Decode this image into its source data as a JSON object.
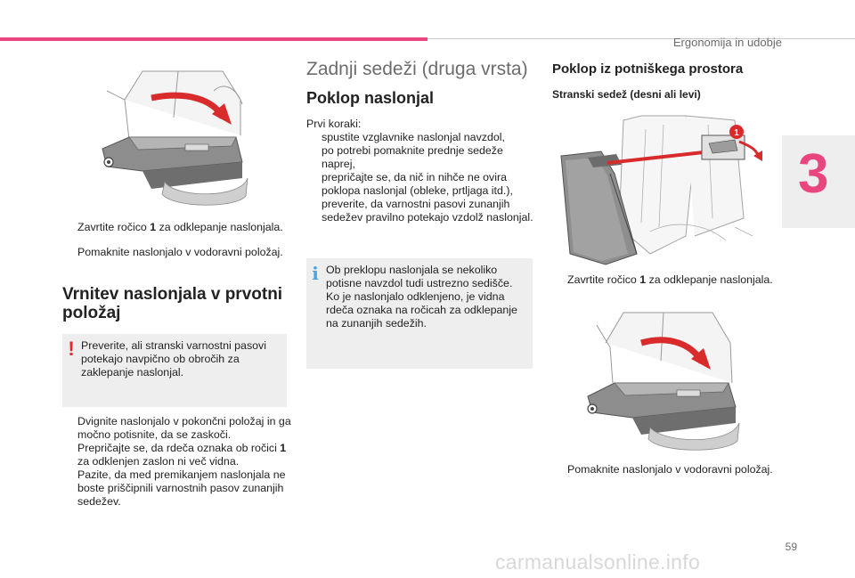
{
  "header": {
    "section_title": "Ergonomija in udobje"
  },
  "chapter": {
    "number": "3"
  },
  "page": {
    "number": "59"
  },
  "watermark": "carmanualsonline.info",
  "col1": {
    "step1": {
      "pre": "Zavrtite ročico ",
      "num": "1",
      "post": " za odklepanje naslonjala."
    },
    "step2": "Pomaknite naslonjalo v vodoravni položaj.",
    "heading": "Vrnitev naslonjala v prvotni položaj",
    "warning": "Preverite, ali stranski varnostni pasovi potekajo navpično ob obročih za zaklepanje naslonjal.",
    "steps": [
      {
        "pre": "Dvignite naslonjalo v pokončni položaj in ga močno potisnite, da se zaskoči.",
        "num": "",
        "post": ""
      },
      {
        "pre": "Prepričajte se, da rdeča oznaka ob ročici ",
        "num": "1",
        "post": " za odklenjen zaslon ni več vidna."
      },
      {
        "pre": "Pazite, da med premikanjem naslonjala ne boste priščipnili varnostnih pasov zunanjih sedežev.",
        "num": "",
        "post": ""
      }
    ]
  },
  "col2": {
    "title": "Zadnji sedeži (druga vrsta)",
    "subtitle": "Poklop naslonjal",
    "intro": "Prvi koraki:",
    "steps": [
      "spustite vzglavnike naslonjal navzdol,",
      "po potrebi pomaknite prednje sedeže naprej,",
      "prepričajte se, da nič in nihče ne ovira poklopa naslonjal (obleke, prtljaga itd.),",
      "preverite, da varnostni pasovi zunanjih sedežev pravilno potekajo vzdolž naslonjal."
    ],
    "info": "Ob preklopu naslonjala se nekoliko potisne navzdol tudi ustrezno sedišče. Ko je naslonjalo odklenjeno, je vidna rdeča oznaka na ročicah za odklepanje na zunanjih sedežih."
  },
  "col3": {
    "heading": "Poklop iz potniškega prostora",
    "subheading": "Stranski sedež (desni ali levi)",
    "callout": "1",
    "step1": {
      "pre": "Zavrtite ročico ",
      "num": "1",
      "post": " za odklepanje naslonjala."
    },
    "step2": "Pomaknite naslonjalo v vodoravni položaj."
  },
  "bullet_glyph": "",
  "icons": {
    "warning": "!",
    "info": "i"
  },
  "colors": {
    "accent": "#e9457f",
    "arrow_red": "#d92b2b",
    "warning": "#e4282d",
    "info": "#4aa3df",
    "note_bg": "#eeeeee"
  }
}
